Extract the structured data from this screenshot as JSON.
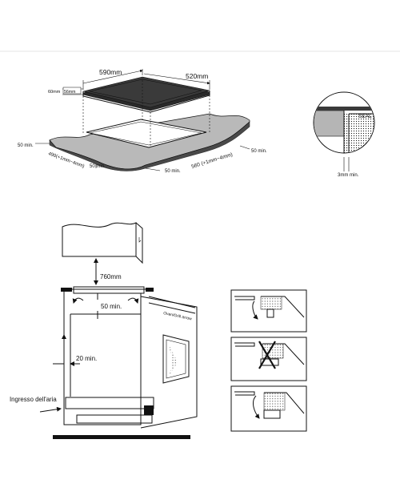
{
  "top": {
    "width_label": "590mm",
    "depth_label": "520mm",
    "height_label": "60mm",
    "inner_height_label": "56mm",
    "left_clear_label": "50 min.",
    "cutout_depth_label": "490(+1mm~4mm)",
    "front_clear_label": "50 min.",
    "front_clear2_label": "50 min.",
    "cutout_width_label": "560 (+1mm~4mm)",
    "right_clear_label": "50 min."
  },
  "seal": {
    "seal_label": "SEAL",
    "gap_label": "3mm min."
  },
  "bottom": {
    "vertical_clear_label": "760mm",
    "front_gap_label": "50 min.",
    "side_gap_label": "20 min.",
    "air_inlet_label": "Ingresso dell'aria"
  }
}
